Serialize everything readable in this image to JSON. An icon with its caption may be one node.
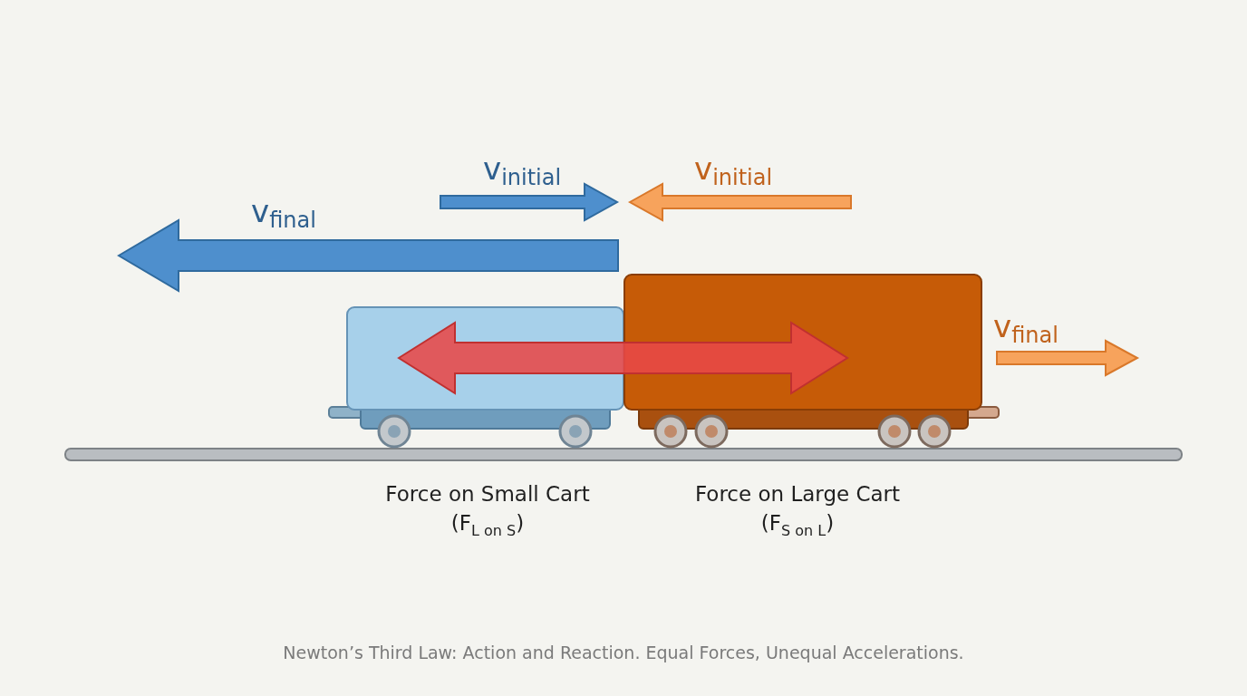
{
  "diagram": {
    "caption": "Newton’s Third Law: Action and Reaction. Equal Forces, Unequal Accelerations.",
    "labels": [
      "v$_{initial}$",
      "v$_{initial}$",
      "v$_{final}$",
      "v$_{final}$",
      "Force on Small Cart",
      "Force on Large Cart",
      "(F$_{L on S}$)",
      "(F$_{S on L}$)"
    ]
  }
}
